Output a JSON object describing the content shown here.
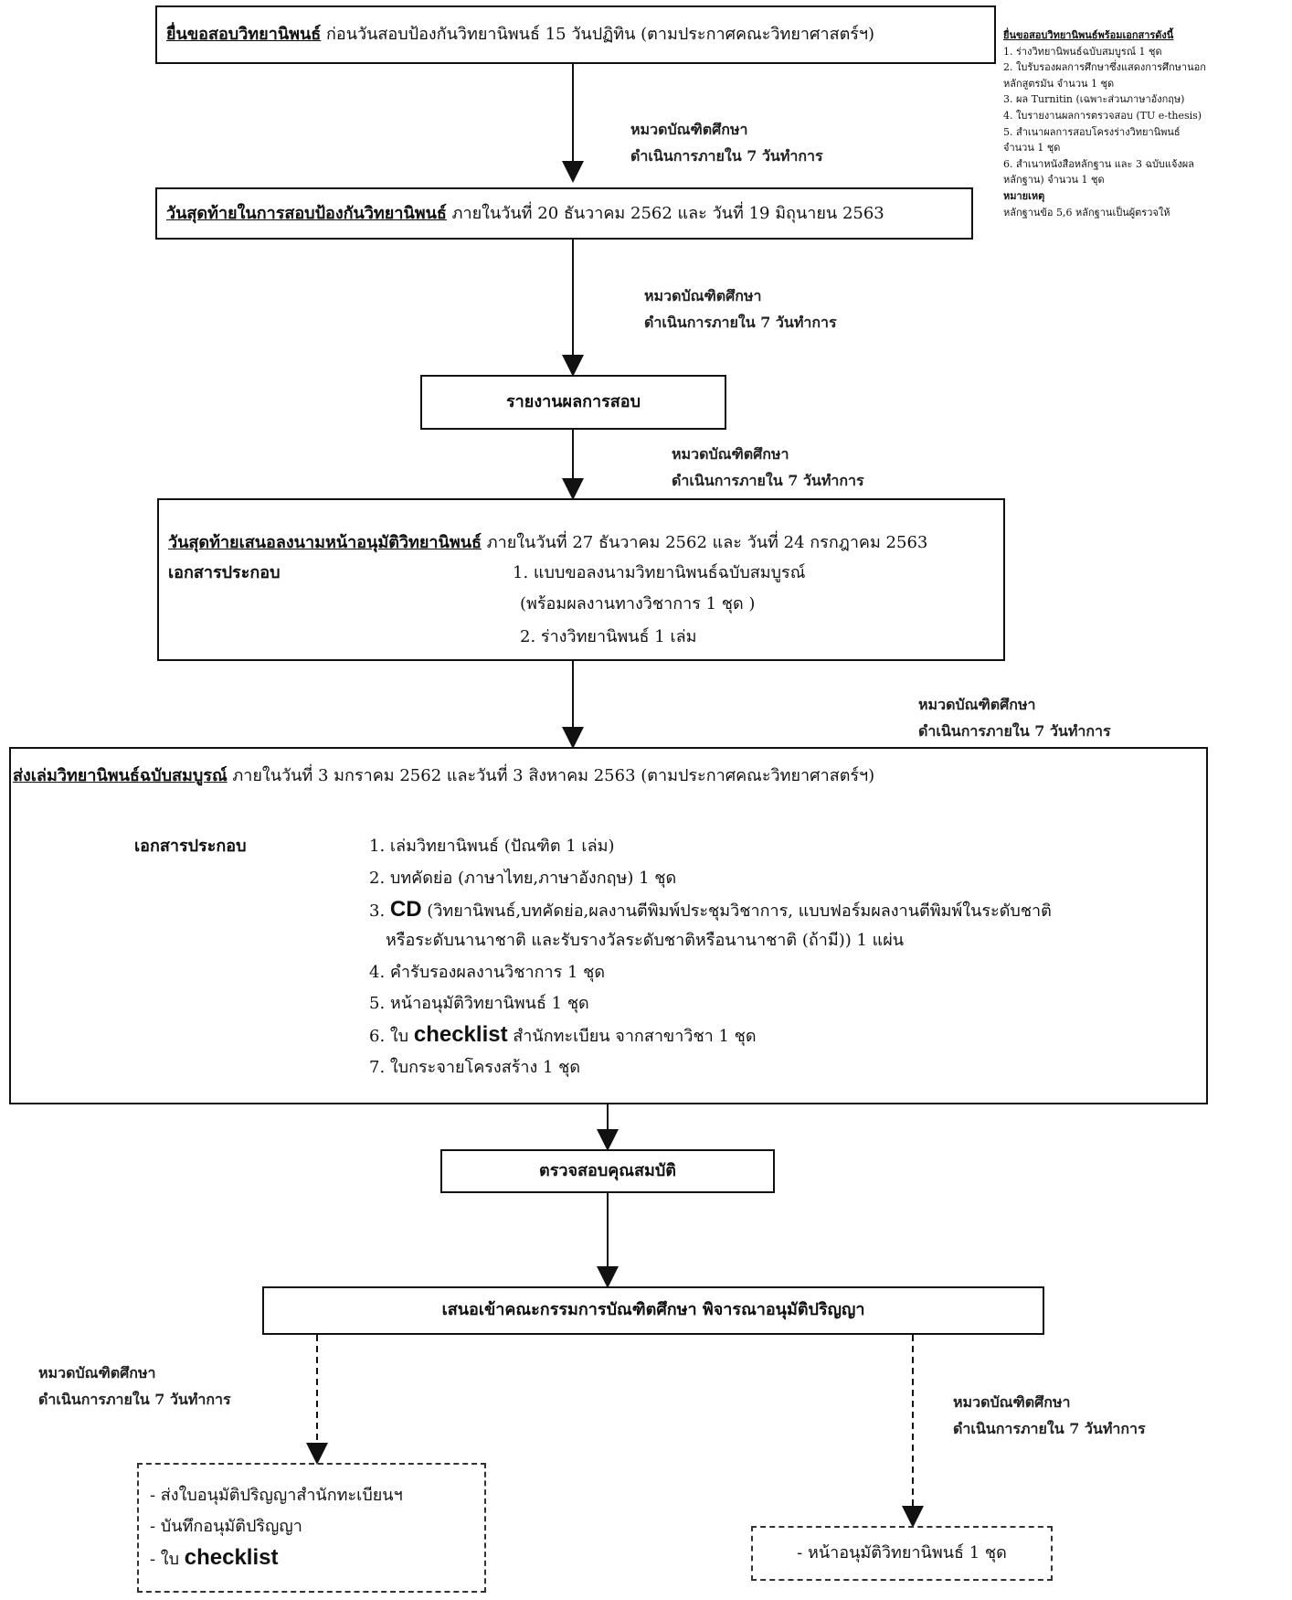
{
  "box1": {
    "title": "ยื่นขอสอบวิทยานิพนธ์",
    "rest": " ก่อนวันสอบป้องกันวิทยานิพนธ์ 15 วันปฏิทิน (ตามประกาศคณะวิทยาศาสตร์ฯ)"
  },
  "side_list": {
    "title": "ยื่นขอสอบวิทยานิพนธ์พร้อมเอกสารดังนี้",
    "items": [
      "1. ร่างวิทยานิพนธ์ฉบับสมบูรณ์ 1 ชุด",
      "2. ใบรับรองผลการศึกษาซึ่งแสดงการศึกษานอก",
      "หลักสูตรมัน จำนวน 1 ชุด",
      "3. ผล Turnitin (เฉพาะส่วนภาษาอังกฤษ)",
      "4. ใบรายงานผลการตรวจสอบ (TU e-thesis)",
      "5. สำเนาผลการสอบโครงร่างวิทยานิพนธ์",
      "จำนวน 1 ชุด",
      "6. สำเนาหนังสือหลักฐาน และ 3 ฉบับแจ้งผล",
      "หลักฐาน) จำนวน 1 ชุด",
      "หมายเหตุ",
      "หลักฐานข้อ 5,6 หลักฐานเป็นผู้ตรวจให้"
    ]
  },
  "note1": {
    "line1": "หมวดบัณฑิตศึกษา",
    "line2": "ดำเนินการภายใน 7 วันทำการ"
  },
  "box2": {
    "title": "วันสุดท้ายในการสอบป้องกันวิทยานิพนธ์",
    "rest": " ภายในวันที่ 20 ธันวาคม 2562 และ วันที่ 19 มิถุนายน 2563"
  },
  "note2": {
    "line1": "หมวดบัณฑิตศึกษา",
    "line2": "ดำเนินการภายใน 7 วันทำการ"
  },
  "box3": {
    "label": "รายงานผลการสอบ"
  },
  "note3": {
    "line1": "หมวดบัณฑิตศึกษา",
    "line2": "ดำเนินการภายใน 7 วันทำการ"
  },
  "box4": {
    "title": "วันสุดท้ายเสนอลงนามหน้าอนุมัติวิทยานิพนธ์",
    "rest": " ภายในวันที่ 27 ธันวาคม 2562 และ วันที่ 24 กรกฎาคม 2563",
    "docs_label": "เอกสารประกอบ",
    "item1": "1. แบบขอลงนามวิทยานิพนธ์ฉบับสมบูรณ์",
    "item1b": "(พร้อมผลงานทางวิชาการ 1 ชุด )",
    "item2": "2. ร่างวิทยานิพนธ์ 1 เล่ม"
  },
  "note4": {
    "line1": "หมวดบัณฑิตศึกษา",
    "line2": "ดำเนินการภายใน 7 วันทำการ"
  },
  "box5": {
    "title": "ส่งเล่มวิทยานิพนธ์ฉบับสมบูรณ์",
    "rest": " ภายในวันที่ 3 มกราคม 2562 และวันที่ 3 สิงหาคม 2563 (ตามประกาศคณะวิทยาศาสตร์ฯ)",
    "docs_label": "เอกสารประกอบ",
    "item1": "1. เล่มวิทยานิพนธ์ (ปัณฑิต 1 เล่ม)",
    "item2": "2. บทคัดย่อ (ภาษาไทย,ภาษาอังกฤษ) 1 ชุด",
    "item3_num": "3. ",
    "item3_cd": "CD",
    "item3_rest": " (วิทยานิพนธ์,บทคัดย่อ,ผลงานตีพิมพ์ประชุมวิชาการ, แบบฟอร์มผลงานตีพิมพ์ในระดับชาติ",
    "item3b": "หรือระดับนานาชาติ และรับรางวัลระดับชาติหรือนานาชาติ (ถ้ามี)) 1 แผ่น",
    "item4": "4. คำรับรองผลงานวิชาการ 1 ชุด",
    "item5": "5. หน้าอนุมัติวิทยานิพนธ์ 1 ชุด",
    "item6_num": "6. ใบ ",
    "item6_check": "checklist",
    "item6_rest": " สำนักทะเบียน จากสาขาวิชา 1 ชุด",
    "item7": "7. ใบกระจายโครงสร้าง 1 ชุด"
  },
  "box6": {
    "label": "ตรวจสอบคุณสมบัติ"
  },
  "box7": {
    "label": "เสนอเข้าคณะกรรมการบัณฑิตศึกษา พิจารณาอนุมัติปริญญา"
  },
  "note5": {
    "line1": "หมวดบัณฑิตศึกษา",
    "line2": "ดำเนินการภายใน 7 วันทำการ"
  },
  "note6": {
    "line1": "หมวดบัณฑิตศึกษา",
    "line2": "ดำเนินการภายใน 7 วันทำการ"
  },
  "box8": {
    "item1": "- ส่งใบอนุมัติปริญญาสำนักทะเบียนฯ",
    "item2": "- บันทึกอนุมัติปริญญา",
    "item3_pre": "- ใบ ",
    "item3_check": "checklist"
  },
  "box9": {
    "item1": "- หน้าอนุมัติวิทยานิพนธ์ 1 ชุด"
  }
}
